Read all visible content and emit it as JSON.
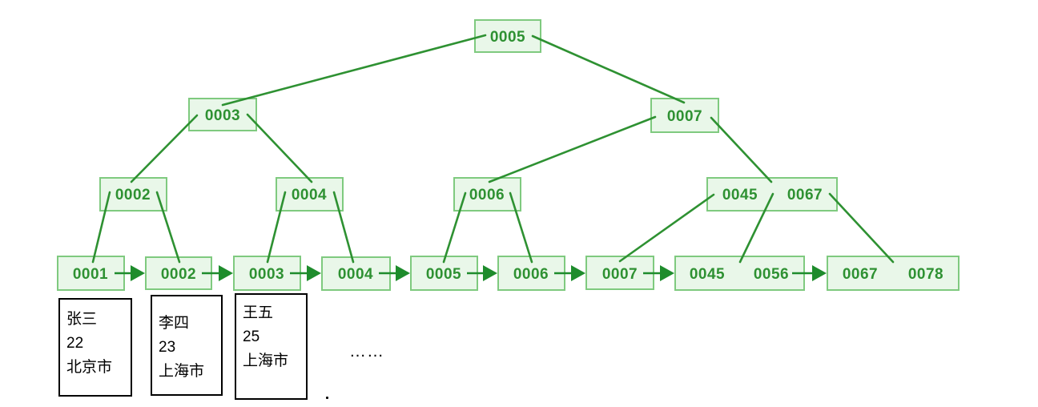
{
  "tree": {
    "root": {
      "keys": [
        "0005"
      ]
    },
    "level2": [
      {
        "keys": [
          "0003"
        ]
      },
      {
        "keys": [
          "0007"
        ]
      }
    ],
    "level3": [
      {
        "keys": [
          "0002"
        ]
      },
      {
        "keys": [
          "0004"
        ]
      },
      {
        "keys": [
          "0006"
        ]
      },
      {
        "keys": [
          "0045",
          "0067"
        ]
      }
    ],
    "leaves": [
      {
        "keys": [
          "0001"
        ]
      },
      {
        "keys": [
          "0002"
        ]
      },
      {
        "keys": [
          "0003"
        ]
      },
      {
        "keys": [
          "0004"
        ]
      },
      {
        "keys": [
          "0005"
        ]
      },
      {
        "keys": [
          "0006"
        ]
      },
      {
        "keys": [
          "0007"
        ]
      },
      {
        "keys": [
          "0045",
          "0056"
        ]
      },
      {
        "keys": [
          "0067",
          "0078"
        ]
      }
    ]
  },
  "records": [
    {
      "fields": [
        "张三",
        "22",
        "北京市"
      ]
    },
    {
      "fields": [
        "李四",
        "23",
        "上海市"
      ]
    },
    {
      "fields": [
        "王五",
        "25",
        "上海市"
      ]
    }
  ],
  "ellipsis": "……",
  "stray_dot": ".",
  "colors": {
    "node_fill": "#e9f7e9",
    "node_border": "#7fca7f",
    "edge_green": "#2e9132",
    "key_text_green": "#2e9132",
    "record_border": "#000000",
    "record_text": "#000000"
  }
}
